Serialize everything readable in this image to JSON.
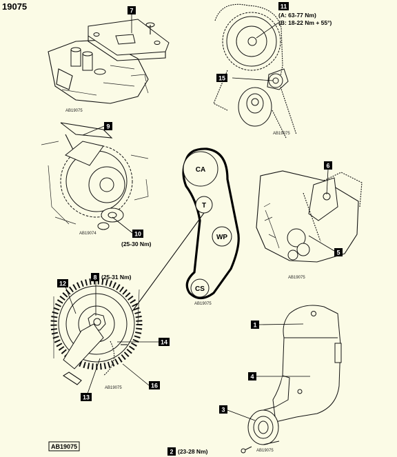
{
  "page": {
    "title": "19075",
    "footer_code": "AB19075"
  },
  "captions": {
    "drawing_code": "AB19075",
    "drawing_code_alt": "AB19074"
  },
  "belt": {
    "camshaft": "CA",
    "tensioner": "T",
    "water_pump": "WP",
    "crankshaft": "CS"
  },
  "callouts": {
    "c1": "1",
    "c2": "2",
    "c3": "3",
    "c4": "4",
    "c5": "5",
    "c6": "6",
    "c7": "7",
    "c8": "8",
    "c9": "9",
    "c10": "10",
    "c11": "11",
    "c12": "12",
    "c13": "13",
    "c14": "14",
    "c15": "15",
    "c16": "16"
  },
  "torques": {
    "t11a": "(A: 63-77 Nm)",
    "t11b": "(B: 18-22 Nm + 55°)",
    "t10": "(25-30 Nm)",
    "t8": "(25-31 Nm)",
    "t2": "(23-28 Nm)"
  }
}
